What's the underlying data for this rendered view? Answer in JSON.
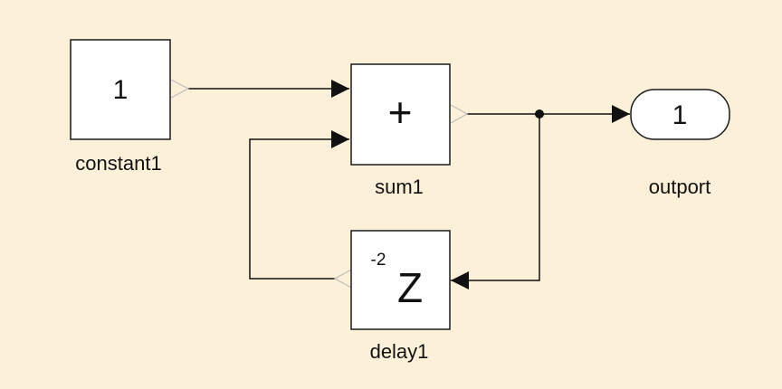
{
  "colors": {
    "background": "#fdf0d8",
    "block_fill": "#ffffff",
    "stroke": "#1a1a1a",
    "port_marker": "#bdbdbd"
  },
  "blocks": {
    "constant": {
      "value": "1",
      "label": "constant1"
    },
    "sum": {
      "symbol": "+",
      "label": "sum1"
    },
    "delay": {
      "exponent": "-2",
      "symbol": "Z",
      "label": "delay1"
    },
    "outport": {
      "value": "1",
      "label": "outport"
    }
  }
}
